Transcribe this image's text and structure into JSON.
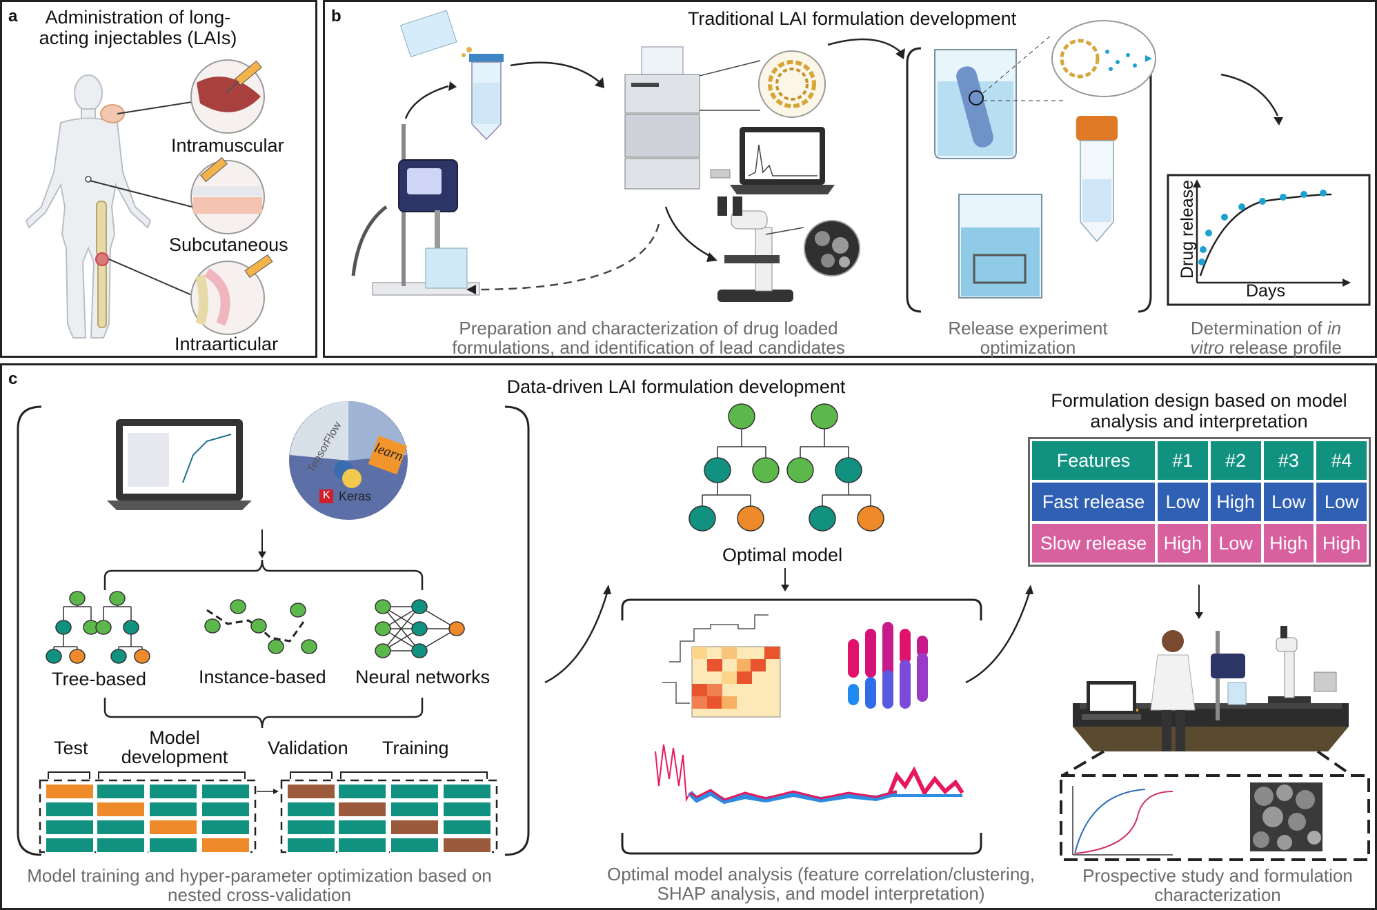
{
  "panel_a": {
    "letter": "a",
    "title": "Administration of long-acting injectables (LAIs)",
    "sites": [
      "Intramuscular",
      "Subcutaneous",
      "Intraarticular"
    ]
  },
  "panel_b": {
    "letter": "b",
    "title": "Traditional LAI formulation development",
    "caption_prep": "Preparation and characterization of drug loaded formulations, and identification of lead candidates",
    "caption_release": "Release experiment optimization",
    "caption_profile_1": "Determination of",
    "caption_profile_italic": "in vitro",
    "caption_profile_2": "release profile",
    "plot_ylabel": "Drug release",
    "plot_xlabel": "Days"
  },
  "panel_c": {
    "letter": "c",
    "title": "Data-driven LAI formulation development",
    "logo_tensorflow": "TensorFlow",
    "logo_learn": "learn",
    "logo_keras_k": "K",
    "logo_keras": "Keras",
    "model_types": [
      "Tree-based",
      "Instance-based",
      "Neural networks"
    ],
    "split_labels": {
      "test": "Test",
      "model_development": "Model development",
      "validation": "Validation",
      "training": "Training"
    },
    "caption_training": "Model training and hyper-parameter optimization based on nested cross-validation",
    "optimal_model": "Optimal model",
    "caption_analysis": "Optimal model analysis (feature correlation/clustering, SHAP analysis, and model interpretation)",
    "design_title": "Formulation design based on model analysis and interpretation",
    "caption_prospective": "Prospective study and formulation characterization",
    "design_table": {
      "header": [
        "Features",
        "#1",
        "#2",
        "#3",
        "#4"
      ],
      "rows": [
        [
          "Fast release",
          "Low",
          "High",
          "Low",
          "Low"
        ],
        [
          "Slow release",
          "High",
          "Low",
          "High",
          "High"
        ]
      ]
    }
  },
  "colors": {
    "teal": "#11917f",
    "green": "#5cb84a",
    "orange": "#ef8a2b",
    "brown": "#9c5a3c",
    "blue": "#2f60b4",
    "pink": "#d9609e",
    "grey_caption": "#6b6b6b",
    "release_points": "#1ea0d0"
  },
  "icons": [
    "human-body-icon",
    "syringe-icon",
    "beaker-icon",
    "falcon-tube-icon",
    "stirrer-icon",
    "hplc-icon",
    "laptop-icon",
    "microscope-icon",
    "nanoparticle-icon",
    "decision-tree-icon",
    "neural-network-icon",
    "heatmap-icon",
    "shap-icon",
    "scientist-icon",
    "sem-image-icon"
  ]
}
